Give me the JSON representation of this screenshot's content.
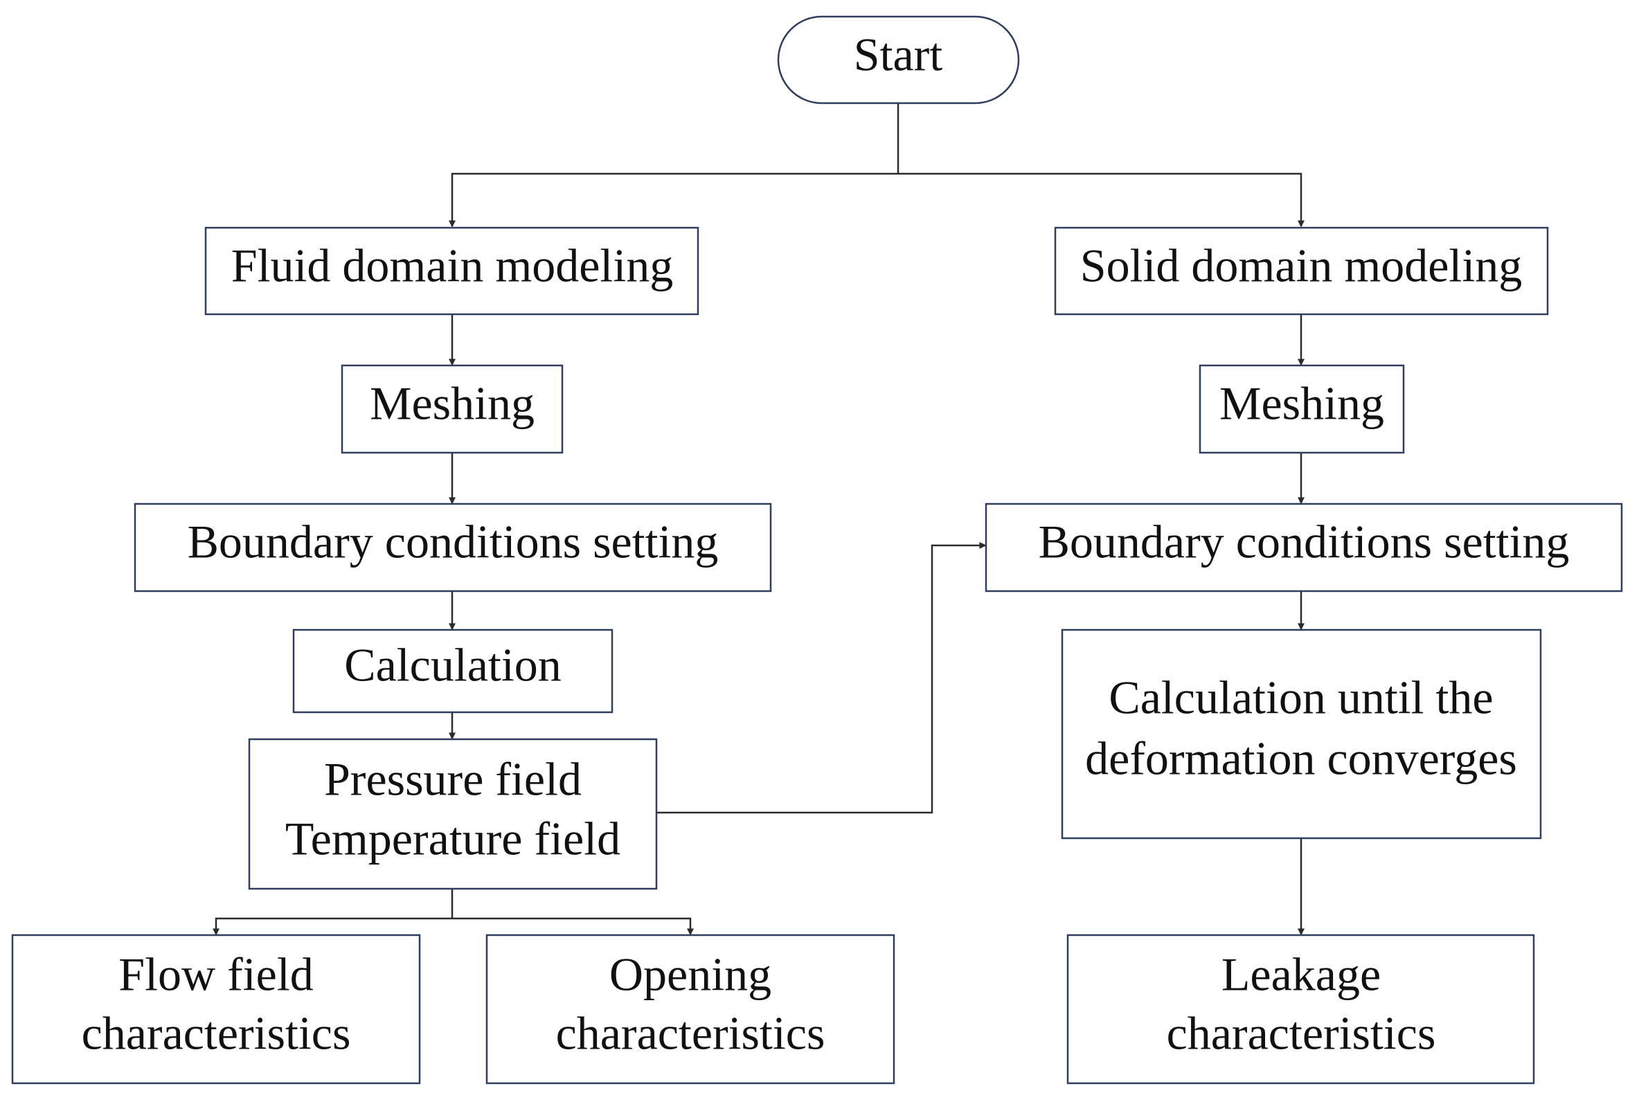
{
  "diagram": {
    "type": "flowchart",
    "nodes": {
      "start": {
        "lines": [
          "Start"
        ]
      },
      "fluid_modeling": {
        "lines": [
          "Fluid domain modeling"
        ]
      },
      "solid_modeling": {
        "lines": [
          "Solid domain modeling"
        ]
      },
      "fluid_meshing": {
        "lines": [
          "Meshing"
        ]
      },
      "solid_meshing": {
        "lines": [
          "Meshing"
        ]
      },
      "fluid_boundary": {
        "lines": [
          "Boundary conditions setting"
        ]
      },
      "solid_boundary": {
        "lines": [
          "Boundary conditions setting"
        ]
      },
      "fluid_calculation": {
        "lines": [
          "Calculation"
        ]
      },
      "fields": {
        "lines": [
          "Pressure field",
          "Temperature field"
        ]
      },
      "solid_calculation": {
        "lines": [
          "Calculation until the",
          "deformation converges"
        ]
      },
      "flow_field": {
        "lines": [
          "Flow field",
          "characteristics"
        ]
      },
      "opening": {
        "lines": [
          "Opening",
          "characteristics"
        ]
      },
      "leakage": {
        "lines": [
          "Leakage",
          "characteristics"
        ]
      }
    },
    "edges": [
      {
        "from": "start",
        "to": "fluid_modeling"
      },
      {
        "from": "start",
        "to": "solid_modeling"
      },
      {
        "from": "fluid_modeling",
        "to": "fluid_meshing"
      },
      {
        "from": "fluid_meshing",
        "to": "fluid_boundary"
      },
      {
        "from": "fluid_boundary",
        "to": "fluid_calculation"
      },
      {
        "from": "fluid_calculation",
        "to": "fields"
      },
      {
        "from": "fields",
        "to": "flow_field"
      },
      {
        "from": "fields",
        "to": "opening"
      },
      {
        "from": "fields",
        "to": "solid_boundary"
      },
      {
        "from": "solid_modeling",
        "to": "solid_meshing"
      },
      {
        "from": "solid_meshing",
        "to": "solid_boundary"
      },
      {
        "from": "solid_boundary",
        "to": "solid_calculation"
      },
      {
        "from": "solid_calculation",
        "to": "leakage"
      }
    ]
  }
}
